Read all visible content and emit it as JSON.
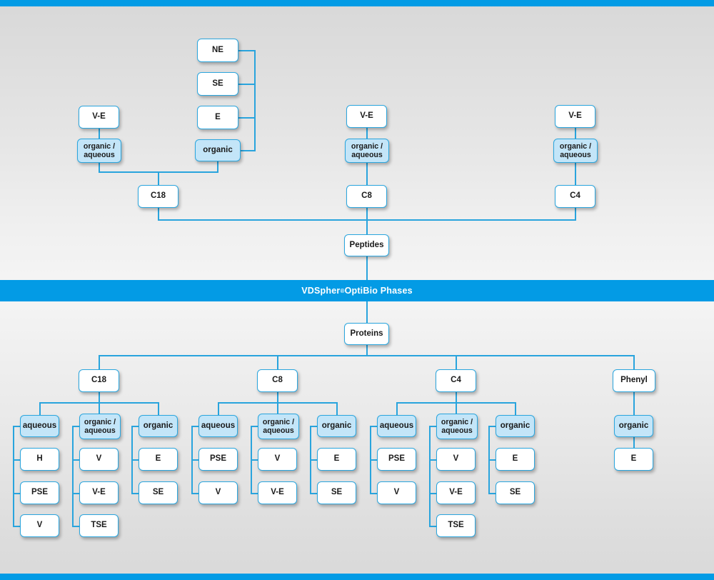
{
  "meta": {
    "diagram_title": "VDSpher® OptiBio Phases",
    "type": "tree-diagram",
    "accent_color": "#039be5",
    "line_color": "#29a4dd",
    "node_border_color": "#2ba6de",
    "node_fill_white": "#ffffff",
    "node_fill_blue": "#c3e5f8",
    "background_color": "#e6e6e6"
  },
  "banner": {
    "label": "VDSpher",
    "registered": "®",
    "label_tail": " OptiBio Phases"
  },
  "peptides": {
    "root_label": "Peptides",
    "columns": [
      {
        "phase": "C18",
        "groups": [
          {
            "type": "organic / aqueous",
            "type_label": "organic /\naqueous",
            "parent": "V-E",
            "items": [
              "V-E"
            ]
          },
          {
            "type": "organic",
            "type_label": "organic",
            "items": [
              "NE",
              "SE",
              "E"
            ]
          }
        ]
      },
      {
        "phase": "C8",
        "groups": [
          {
            "type": "organic / aqueous",
            "type_label": "organic /\naqueous",
            "items": [
              "V-E"
            ]
          }
        ]
      },
      {
        "phase": "C4",
        "groups": [
          {
            "type": "organic / aqueous",
            "type_label": "organic /\naqueous",
            "items": [
              "V-E"
            ]
          }
        ]
      }
    ]
  },
  "proteins": {
    "root_label": "Proteins",
    "columns": [
      {
        "phase": "C18",
        "groups": [
          {
            "type_label": "aqueous",
            "items": [
              "H",
              "PSE",
              "V"
            ]
          },
          {
            "type_label": "organic /\naqueous",
            "items": [
              "V",
              "V-E",
              "TSE"
            ]
          },
          {
            "type_label": "organic",
            "items": [
              "E",
              "SE"
            ]
          }
        ]
      },
      {
        "phase": "C8",
        "groups": [
          {
            "type_label": "aqueous",
            "items": [
              "PSE",
              "V"
            ]
          },
          {
            "type_label": "organic /\naqueous",
            "items": [
              "V",
              "V-E"
            ]
          },
          {
            "type_label": "organic",
            "items": [
              "E",
              "SE"
            ]
          }
        ]
      },
      {
        "phase": "C4",
        "groups": [
          {
            "type_label": "aqueous",
            "items": [
              "PSE",
              "V"
            ]
          },
          {
            "type_label": "organic /\naqueous",
            "items": [
              "V",
              "V-E",
              "TSE"
            ]
          },
          {
            "type_label": "organic",
            "items": [
              "E",
              "SE"
            ]
          }
        ]
      },
      {
        "phase": "Phenyl",
        "groups": [
          {
            "type_label": "organic",
            "items": [
              "E"
            ]
          }
        ]
      }
    ]
  },
  "nodes": {
    "top": {
      "ne": "NE",
      "se": "SE",
      "e": "E",
      "organic": "organic",
      "ve_left": "V-E",
      "orgaq_left": "organic /\naqueous",
      "c18": "C18",
      "ve_mid": "V-E",
      "orgaq_mid": "organic /\naqueous",
      "c8": "C8",
      "ve_right": "V-E",
      "orgaq_right": "organic /\naqueous",
      "c4": "C4",
      "peptides": "Peptides"
    },
    "bottom": {
      "proteins": "Proteins",
      "c18": "C18",
      "c8": "C8",
      "c4": "C4",
      "phenyl": "Phenyl",
      "g1_aqueous": "aqueous",
      "g1_h": "H",
      "g1_pse": "PSE",
      "g1_v": "V",
      "g2_orgaq": "organic /\naqueous",
      "g2_v": "V",
      "g2_ve": "V-E",
      "g2_tse": "TSE",
      "g3_organic": "organic",
      "g3_e": "E",
      "g3_se": "SE",
      "g4_aqueous": "aqueous",
      "g4_pse": "PSE",
      "g4_v": "V",
      "g5_orgaq": "organic /\naqueous",
      "g5_v": "V",
      "g5_ve": "V-E",
      "g6_organic": "organic",
      "g6_e": "E",
      "g6_se": "SE",
      "g7_aqueous": "aqueous",
      "g7_pse": "PSE",
      "g7_v": "V",
      "g8_orgaq": "organic /\naqueous",
      "g8_v": "V",
      "g8_ve": "V-E",
      "g8_tse": "TSE",
      "g9_organic": "organic",
      "g9_e": "E",
      "g9_se": "SE",
      "g10_organic": "organic",
      "g10_e": "E"
    }
  }
}
